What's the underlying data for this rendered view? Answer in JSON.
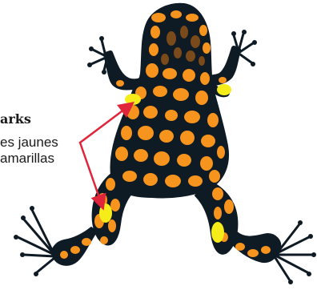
{
  "labels": {
    "title": "arks",
    "french": "es jaunes",
    "spanish": "amarillas"
  },
  "colors": {
    "body": "#0e1a24",
    "spots": "#f7941d",
    "head_spots": "#7a4a1a",
    "yellow_patches": "#f6ec1a",
    "arrow": "#e0243a",
    "text": "#1a1a1a"
  },
  "icons": {
    "subject": "frog-illustration",
    "pointer": "arrow"
  }
}
